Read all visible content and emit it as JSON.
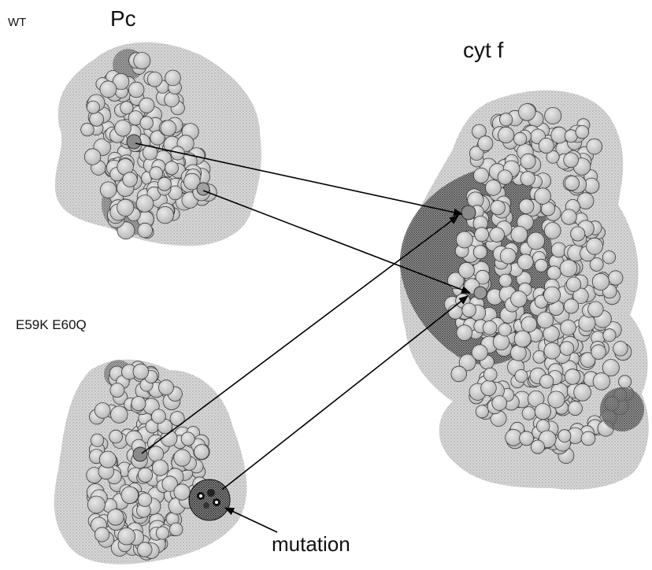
{
  "labels": {
    "wt": "WT",
    "pc": "Pc",
    "cyt": "cyt f",
    "mutant": "E59K E60Q",
    "mutation": "mutation"
  },
  "colors": {
    "surface_fill": "#d2d2d2",
    "surface_stipple": "#9a9a9a",
    "atom_fill": "#c9c9c9",
    "atom_stroke": "#3a3a3a",
    "dense_hatch": "#1a1a1a",
    "arrow": "#000000"
  }
}
